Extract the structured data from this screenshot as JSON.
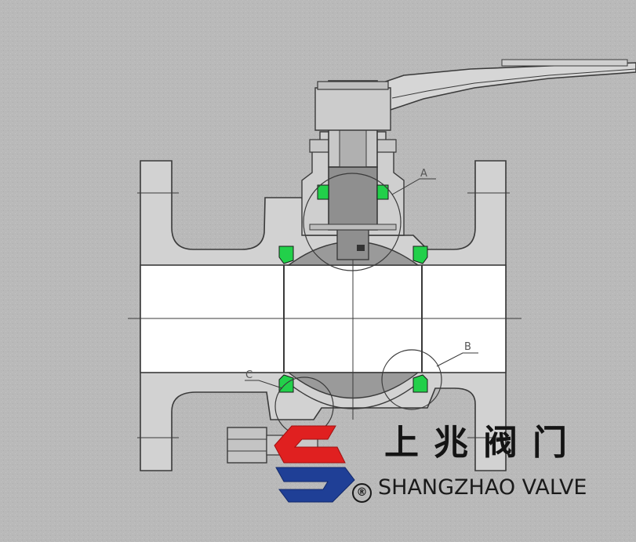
{
  "callouts": {
    "a": "A",
    "b": "B",
    "c": "C"
  },
  "brand": {
    "name_cn": "上兆阀门",
    "name_en": "SHANGZHAO VALVE",
    "registered_mark": "®",
    "logo_colors": {
      "red": "#e02020",
      "blue": "#1f3f96"
    }
  },
  "colors": {
    "background": "#b9b9b9",
    "body_fill": "#d2d2d2",
    "bore_fill": "#ffffff",
    "ball_shadow": "#9a9a9a",
    "outline": "#3a3a3a",
    "seat_green": "#22d04a"
  }
}
